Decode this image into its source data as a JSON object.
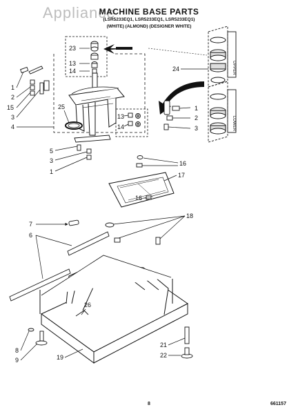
{
  "watermark": "Appliance",
  "title": "MACHINE BASE PARTS",
  "model_line": "(LSR5233EQ1, LSR5233EQ1, LSR5233EQ1)",
  "color_line": "(WHITE)   (ALMOND)   (DESIGNER WHITE)",
  "page_number": "8",
  "doc_number": "661157",
  "side_labels": {
    "upper": "UPPER",
    "lower": "LOWER"
  },
  "callouts": {
    "c23": "23",
    "c13a": "13",
    "c14a": "14",
    "c24": "24",
    "c1a": "1",
    "c2a": "2",
    "c15": "15",
    "c3a": "3",
    "c4": "4",
    "c25": "25",
    "c13b": "13",
    "c14b": "14",
    "c1b": "1",
    "c2b": "2",
    "c3b": "3",
    "c5": "5",
    "c3c": "3",
    "c1c": "1",
    "c16a": "16",
    "c17": "17",
    "c16b": "16",
    "c7": "7",
    "c6": "6",
    "c18": "18",
    "c26": "26",
    "c8": "8",
    "c9": "9",
    "c19": "19",
    "c21": "21",
    "c22": "22"
  }
}
